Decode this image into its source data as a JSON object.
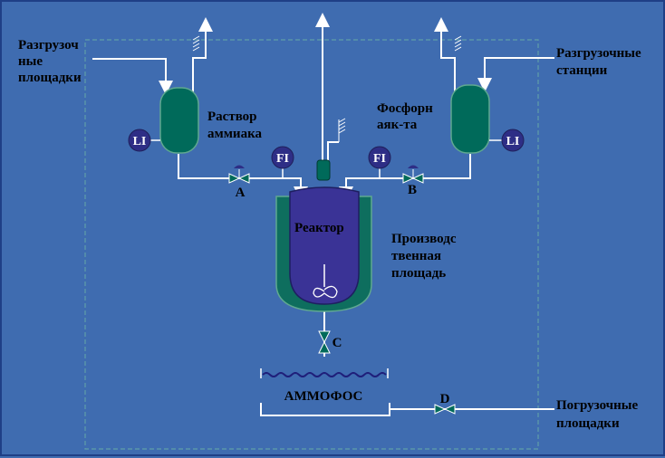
{
  "labels": {
    "unloading_areas_left": [
      "Разгрузоч",
      "ные",
      "площадки"
    ],
    "ammonia_solution": [
      "Раствор",
      "аммиака"
    ],
    "phosphoric_acid": [
      "Фосфорн",
      "аяк-та"
    ],
    "unloading_stations_right": [
      "Разгрузочные",
      "станции"
    ],
    "reactor": "Реактор",
    "production_area": [
      "Производс",
      "твенная",
      "площадь"
    ],
    "product": "АММОФОС",
    "loading_areas": [
      "Погрузочные",
      "площадки"
    ]
  },
  "instruments": {
    "level_left": "LI",
    "level_right": "LI",
    "flow_left": "FI",
    "flow_right": "FI"
  },
  "valves": {
    "a": "A",
    "b": "B",
    "c": "C",
    "d": "D"
  },
  "colors": {
    "background": "#3f6cb0",
    "tank": "#006a5a",
    "reactor_jacket": "#0e6e5e",
    "reactor_inner": "#3a3396",
    "instrument": "#2e2e86",
    "pipe": "#ffffff",
    "dashed_border": "#5f9fa8"
  }
}
